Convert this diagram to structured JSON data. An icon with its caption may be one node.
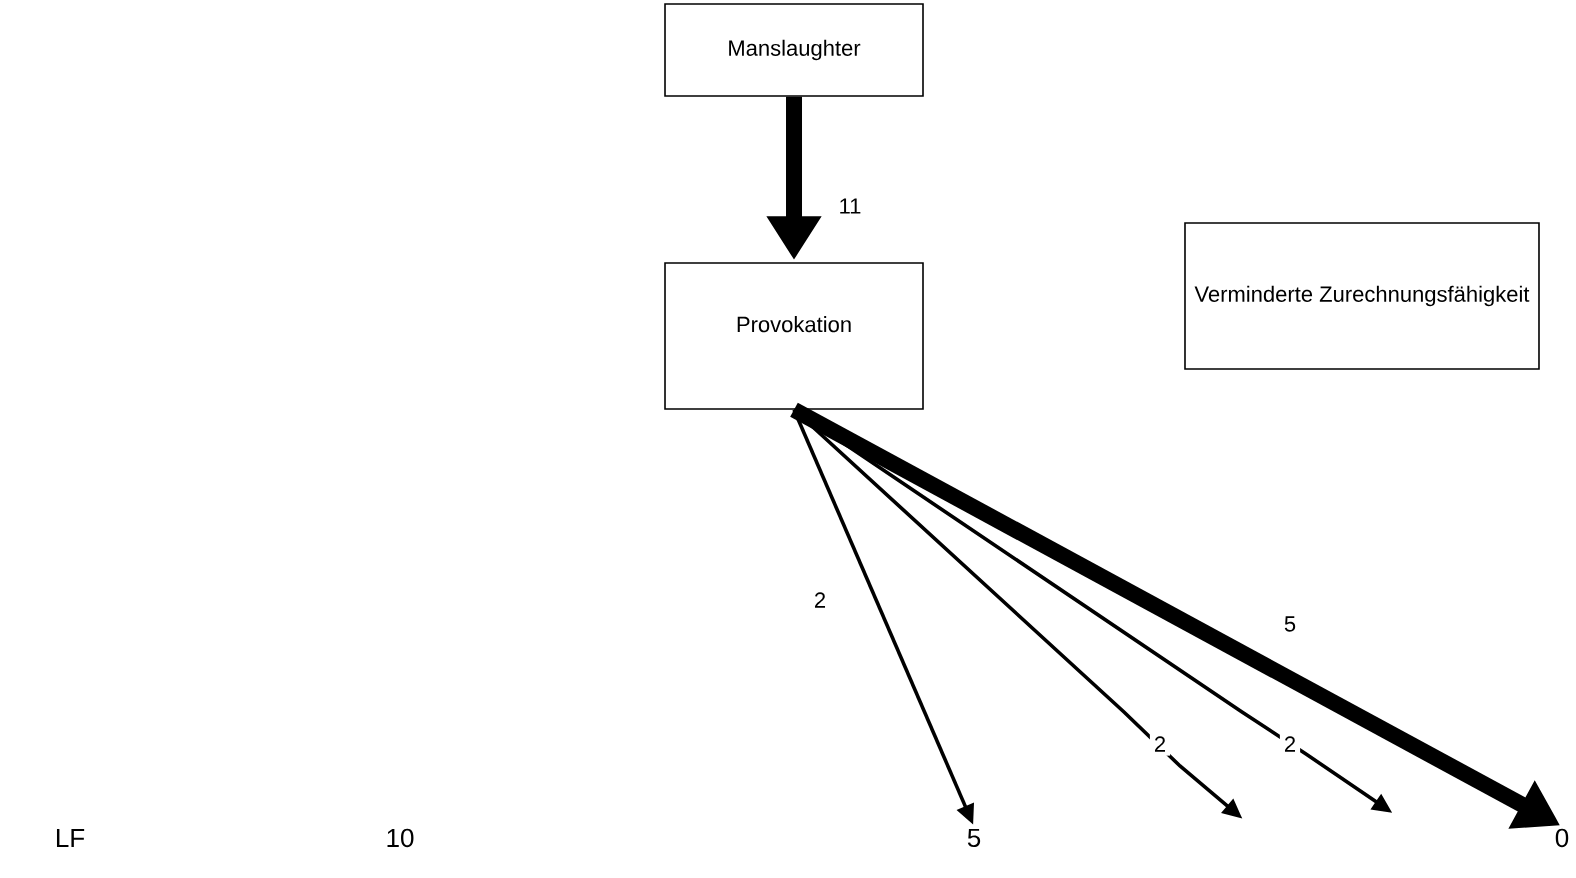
{
  "diagram": {
    "nodes": [
      {
        "text": [
          "Manslaughter"
        ]
      },
      {
        "text": [
          "Provokation"
        ]
      },
      {
        "text": [
          "Verminderte Zurechnungsfähigkeit"
        ]
      },
      {
        "text": [
          "5"
        ]
      },
      {
        "text": [
          "0"
        ]
      }
    ],
    "edges": [
      {
        "from": 0,
        "to": 1,
        "arrow": "to",
        "label": "11",
        "style": "thick"
      },
      {
        "from": 1,
        "to": 3,
        "arrow": "to",
        "label": "2"
      },
      {
        "from": 1,
        "to": null,
        "arrow": "to",
        "label": "2"
      },
      {
        "from": 1,
        "to": null,
        "arrow": "to",
        "label": "2"
      },
      {
        "from": 1,
        "to": 4,
        "arrow": "to",
        "label": "5",
        "style": "thick"
      }
    ],
    "labels": [
      "LF",
      "10"
    ]
  }
}
